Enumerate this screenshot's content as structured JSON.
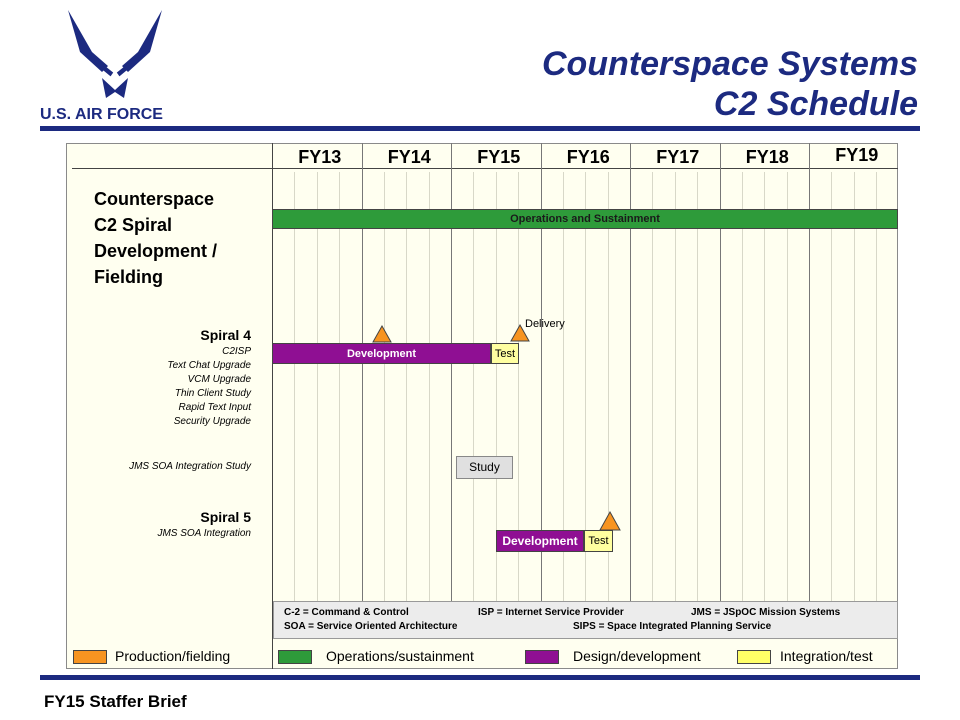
{
  "logo": {
    "text": "U.S. AIR FORCE"
  },
  "title": {
    "line1": "Counterspace Systems",
    "line2": "C2 Schedule"
  },
  "fiscal_years": [
    "FY13",
    "FY14",
    "FY15",
    "FY16",
    "FY17",
    "FY18",
    "FY19"
  ],
  "heading": [
    "Counterspace",
    "C2 Spiral",
    "Development /",
    "Fielding"
  ],
  "ops_bar": "Operations and Sustainment",
  "spiral4": {
    "title": "Spiral 4",
    "items": [
      "C2ISP",
      "Text Chat Upgrade",
      "VCM Upgrade",
      "Thin Client Study",
      "Rapid Text Input",
      "Security Upgrade"
    ],
    "dev_label": "Development",
    "test_label": "Test",
    "delivery_label": "Delivery"
  },
  "jms_study": {
    "label": "JMS SOA Integration Study",
    "bar": "Study"
  },
  "spiral5": {
    "title": "Spiral 5",
    "item": "JMS SOA Integration",
    "dev_label": "Development",
    "test_label": "Test"
  },
  "footnotes": {
    "c2": "C-2 = Command & Control",
    "isp": "ISP = Internet Service Provider",
    "jms": "JMS = JSpOC Mission Systems",
    "soa": "SOA = Service Oriented Architecture",
    "sips": "SIPS = Space Integrated Planning Service"
  },
  "legend": [
    {
      "label": "Production/fielding",
      "color": "#f79421"
    },
    {
      "label": "Operations/sustainment",
      "color": "#2e9b3a"
    },
    {
      "label": "Design/development",
      "color": "#8f0f93"
    },
    {
      "label": "Integration/test",
      "color": "#ffff66"
    }
  ],
  "footer": "FY15 Staffer Brief",
  "colors": {
    "navy": "#1c2a80",
    "production": "#f79421",
    "operations": "#2e9b3a",
    "development": "#8f0f93",
    "test": "#ffffa0",
    "study": "#e0e0e0"
  }
}
